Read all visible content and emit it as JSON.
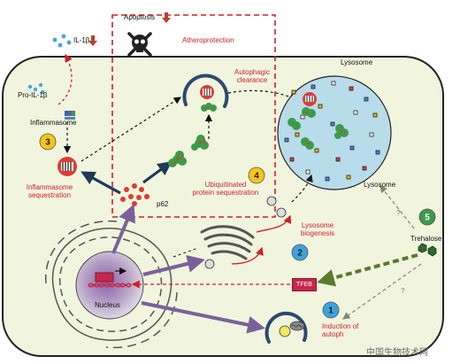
{
  "labels": {
    "apoptosis": "Apoptosis",
    "atheroprotection": "Atheroprotection",
    "il1b": "IL-1β",
    "pro_il1b": "Pro-IL-1β",
    "inflammasome": "Inflammasome",
    "inflammasome_seq_1": "Inflammasome",
    "inflammasome_seq_2": "sequestration",
    "p62": "p62",
    "ub_seq_1": "Ubiquitinated",
    "ub_seq_2": "protein sequestration",
    "autophagic_1": "Autophagic",
    "autophagic_2": "clearance",
    "lysosome": "Lysosome",
    "lyso_bio_1": "Lysosome",
    "lyso_bio_2": "biogenesis",
    "trehalose": "Trehalose",
    "tfeb": "TFEB",
    "nucleus": "Nucleus",
    "induction_1": "Induction of",
    "induction_2": "autoph",
    "question_mark": "?"
  },
  "badges": {
    "b1": "1",
    "b2": "2",
    "b3": "3",
    "b4": "4",
    "b5": "5"
  },
  "watermark": "中国生物技术网",
  "colors": {
    "cell_fill": "#f1f5de",
    "nucleus_fill": "#e7e7e7",
    "lysosome_fill": "#b9dcea",
    "annotation_red": "#d11f26",
    "purple_arrow": "#7b6199",
    "olive_arrow": "#5b7a2c",
    "badge_yellow": "#f5c518",
    "badge_blue": "#3ea2dc",
    "badge_green": "#3c9b49"
  }
}
